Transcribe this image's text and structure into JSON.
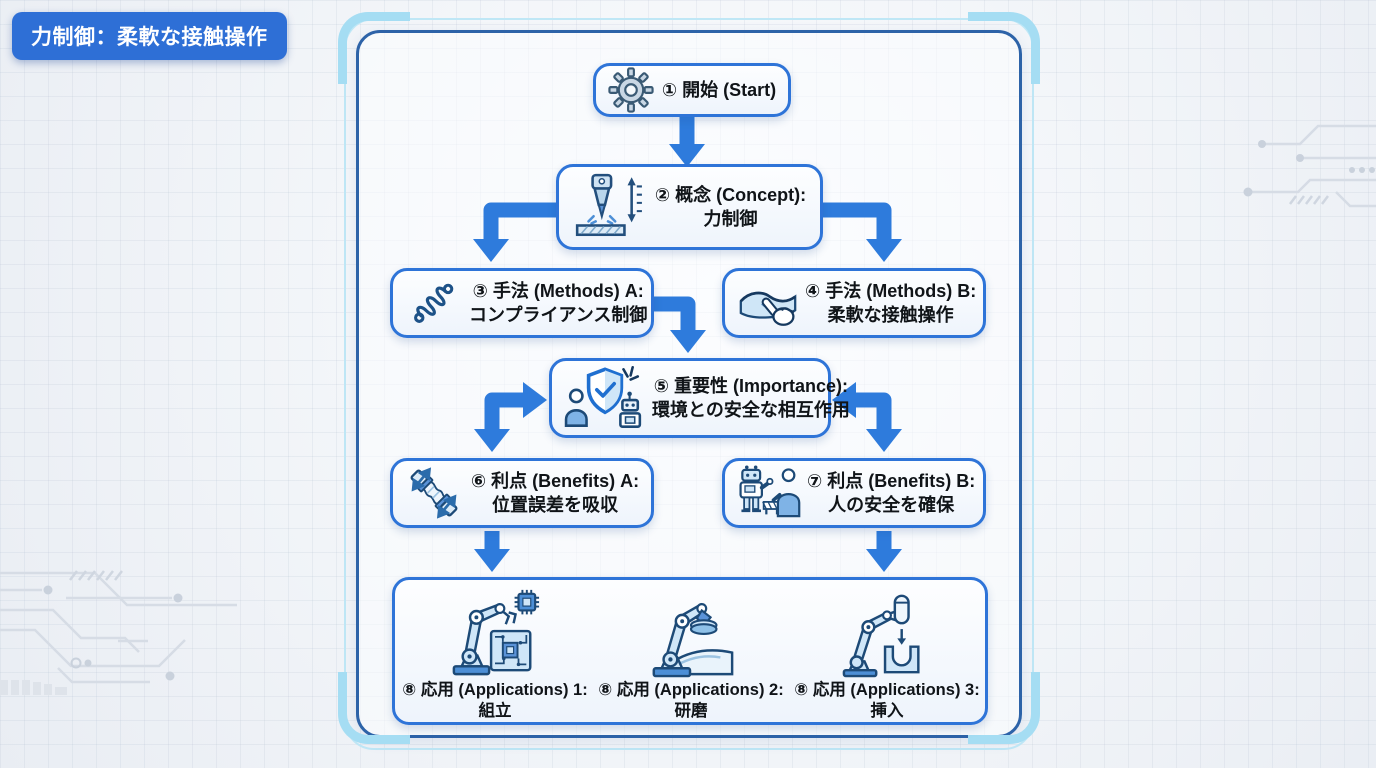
{
  "title_badge": {
    "label": "力制御：柔軟な接触操作"
  },
  "flow": {
    "nodes": [
      {
        "id": "start",
        "icon": "gear-icon",
        "lines": [
          "① 開始 (Start)",
          ""
        ]
      },
      {
        "id": "concept",
        "icon": "force-press-icon",
        "lines": [
          "② 概念 (Concept):",
          "力制御"
        ]
      },
      {
        "id": "methods-a",
        "icon": "spring-icon",
        "lines": [
          "③ 手法 (Methods) A:",
          "コンプライアンス制御"
        ]
      },
      {
        "id": "methods-b",
        "icon": "touch-press-icon",
        "lines": [
          "④ 手法 (Methods) B:",
          "柔軟な接触操作"
        ]
      },
      {
        "id": "importance",
        "icon": "safety-shield-icon",
        "lines": [
          "⑤ 重要性 (Importance):",
          "環境との安全な相互作用"
        ]
      },
      {
        "id": "benefits-a",
        "icon": "flexible-coupling-icon",
        "lines": [
          "⑥ 利点 (Benefits) A:",
          "位置誤差を吸収"
        ]
      },
      {
        "id": "benefits-b",
        "icon": "robot-human-icon",
        "lines": [
          "⑦ 利点 (Benefits) B:",
          "人の安全を確保"
        ]
      },
      {
        "id": "app-1",
        "icon": "assembly-robot-icon",
        "lines": [
          "⑧ 応用 (Applications) 1:",
          "組立"
        ]
      },
      {
        "id": "app-2",
        "icon": "polishing-robot-icon",
        "lines": [
          "⑧ 応用 (Applications) 2:",
          "研磨"
        ]
      },
      {
        "id": "app-3",
        "icon": "insertion-robot-icon",
        "lines": [
          "⑧ 応用 (Applications) 3:",
          "挿入"
        ]
      }
    ],
    "edges": [
      {
        "from": "start",
        "to": "concept"
      },
      {
        "from": "concept",
        "to": "methods-a"
      },
      {
        "from": "concept",
        "to": "methods-b"
      },
      {
        "from": "methods-a",
        "to": "importance"
      },
      {
        "from": "importance",
        "to": "benefits-a"
      },
      {
        "from": "importance",
        "to": "benefits-b"
      },
      {
        "from": "benefits-a",
        "to": "applications"
      },
      {
        "from": "benefits-b",
        "to": "applications"
      },
      {
        "from": "app-1",
        "to": "app-2"
      },
      {
        "from": "app-2",
        "to": "app-3"
      }
    ]
  },
  "colors": {
    "arrow_blue": "#2e7bdc",
    "node_border_blue": "#2e74d8",
    "badge_blue": "#2e6fd6",
    "frame_inner_blue": "#2d63a8",
    "frame_outer_cyan": "#a5ddf3",
    "background": "#eff2f6"
  }
}
